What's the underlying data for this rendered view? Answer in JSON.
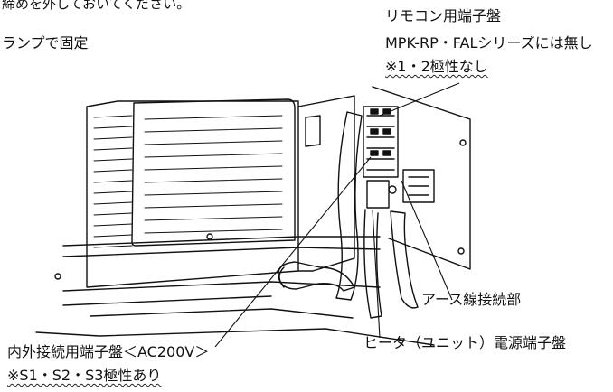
{
  "labels": {
    "top_partial": "締めを外しておいてください。",
    "lamp_fixed": "ランプで固定",
    "remote_terminal_title": "リモコン用端子盤",
    "remote_terminal_note": "MPK-RP・FALシリーズには無し",
    "remote_terminal_polarity": "※1・2極性なし",
    "earth_connection": "アース線接続部",
    "heater_terminal": "ヒータ（ユニット）電源端子盤",
    "inout_terminal": "内外接続用端子盤＜AC200V＞",
    "inout_polarity": "※S1・S2・S3極性あり"
  }
}
